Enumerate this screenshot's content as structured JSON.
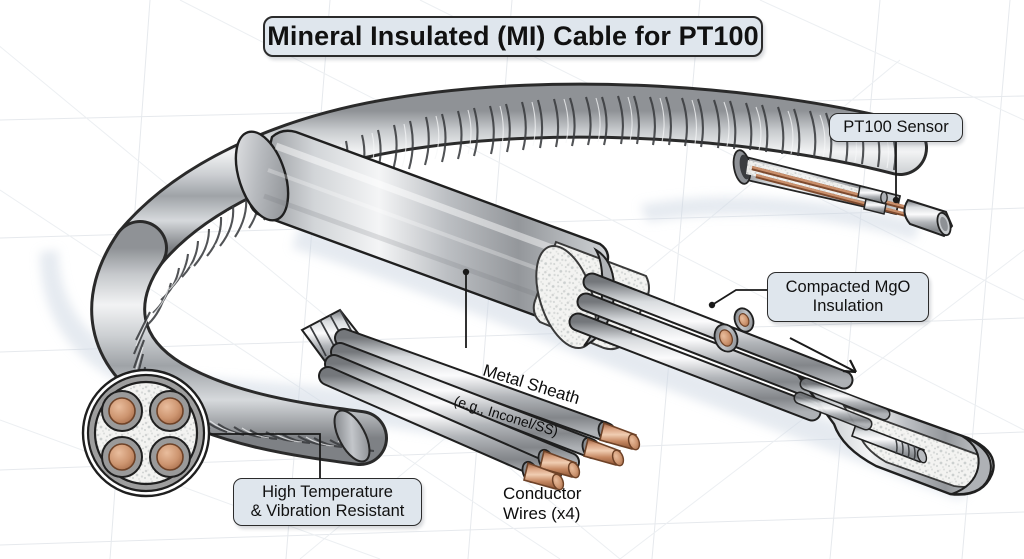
{
  "page": {
    "title": "Mineral Insulated (MI) Cable for PT100",
    "background_color": "#ffffff",
    "callout_fill": "#dfe6ed",
    "callout_border": "#2b2b2b",
    "metal_color": "#b9bcc0",
    "copper_color": "#c98f6d",
    "mgo_color": "#f1f1ef"
  },
  "labels": {
    "pt100_sensor": "PT100 Sensor",
    "compacted_mgo": "Compacted MgO\nInsulation",
    "high_temp": "High Temperature\n& Vibration Resistant",
    "conductor_wires": "Conductor\nWires (x4)",
    "metal_sheath_main": "Metal Sheath",
    "metal_sheath_sub": "(e.g., Inconel/SS)"
  },
  "cross_section": {
    "conductor_count": 4,
    "conductor_color": "#cb9272",
    "conductor_insulation_color": "#9a9a9a",
    "fill_color": "#f0f0ee",
    "sheath_color": "#a8a8a8"
  }
}
